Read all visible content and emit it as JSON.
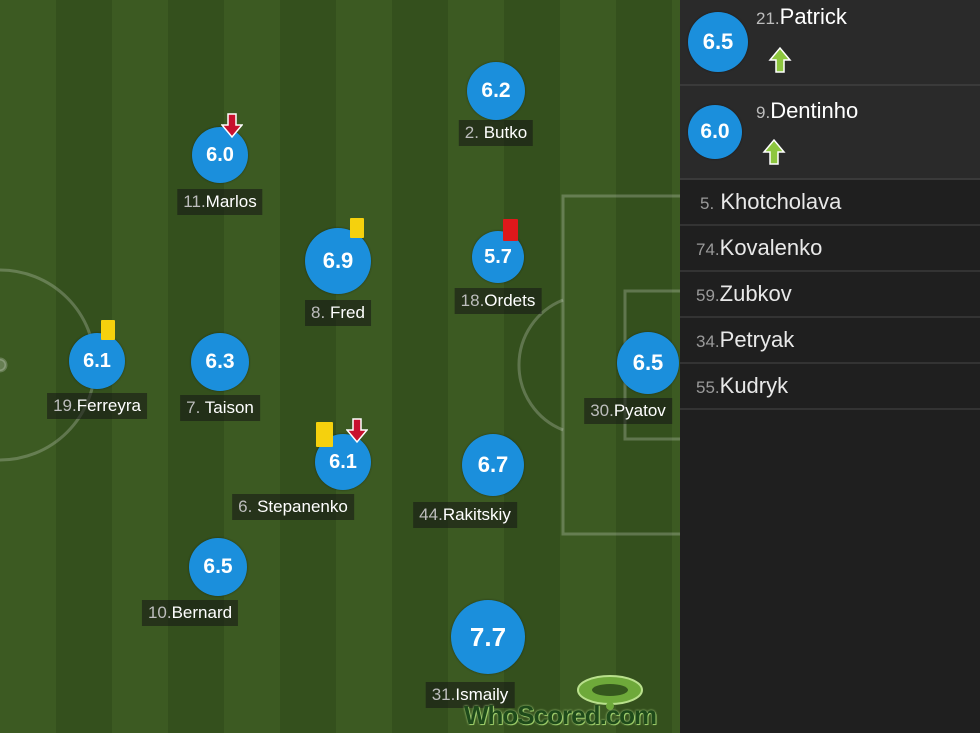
{
  "colors": {
    "rating_bubble": "#1b8fdc",
    "yellow_card": "#f5d10d",
    "red_card": "#e0181b",
    "sub_arrow": "#8dc63f",
    "off_arrow": "#c8102e"
  },
  "players": [
    {
      "rating": "6.2",
      "number": "2.",
      "name": "Butko",
      "events": []
    },
    {
      "rating": "6.0",
      "number": "11.",
      "name": "Marlos",
      "events": [
        "subbed-off"
      ]
    },
    {
      "rating": "6.9",
      "number": "8.",
      "name": "Fred",
      "events": [
        "yellow-card"
      ]
    },
    {
      "rating": "5.7",
      "number": "18.",
      "name": "Ordets",
      "events": [
        "red-card"
      ]
    },
    {
      "rating": "6.1",
      "number": "19.",
      "name": "Ferreyra",
      "events": [
        "yellow-card"
      ]
    },
    {
      "rating": "6.3",
      "number": "7.",
      "name": "Taison",
      "events": []
    },
    {
      "rating": "6.5",
      "number": "30.",
      "name": "Pyatov",
      "events": []
    },
    {
      "rating": "6.1",
      "number": "6.",
      "name": "Stepanenko",
      "events": [
        "yellow-card",
        "subbed-off"
      ]
    },
    {
      "rating": "6.7",
      "number": "44.",
      "name": "Rakitskiy",
      "events": []
    },
    {
      "rating": "6.5",
      "number": "10.",
      "name": "Bernard",
      "events": []
    },
    {
      "rating": "7.7",
      "number": "31.",
      "name": "Ismaily",
      "events": []
    }
  ],
  "substitutes_used": [
    {
      "rating": "6.5",
      "number": "21.",
      "name": "Patrick",
      "icon": "sub-in-arrow-icon"
    },
    {
      "rating": "6.0",
      "number": "9.",
      "name": "Dentinho",
      "icon": "sub-in-arrow-icon"
    }
  ],
  "bench": [
    {
      "number": "5.",
      "name": "Khotcholava"
    },
    {
      "number": "74.",
      "name": "Kovalenko"
    },
    {
      "number": "59.",
      "name": "Zubkov"
    },
    {
      "number": "34.",
      "name": "Petryak"
    },
    {
      "number": "55.",
      "name": "Kudryk"
    }
  ],
  "logo": {
    "text": "WhoScored.com"
  }
}
